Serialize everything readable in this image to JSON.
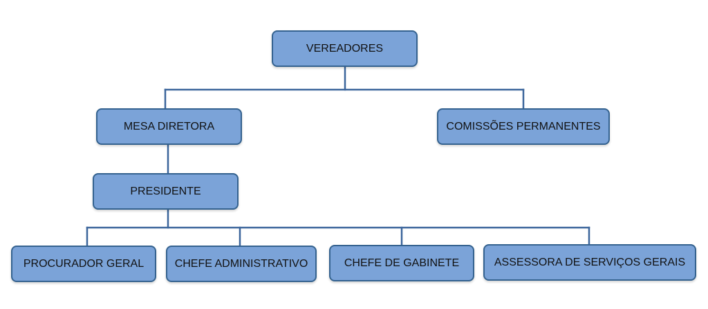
{
  "org_chart": {
    "nodes": {
      "vereadores": "VEREADORES",
      "mesa_diretora": "MESA DIRETORA",
      "comissoes_permanentes": "COMISSÕES PERMANENTES",
      "presidente": "PRESIDENTE",
      "procurador_geral": "PROCURADOR GERAL",
      "chefe_administrativo": "CHEFE ADMINISTRATIVO",
      "chefe_de_gabinete": "CHEFE DE GABINETE",
      "assessora_servicos_gerais": "ASSESSORA DE SERVIÇOS GERAIS"
    },
    "edges": [
      [
        "vereadores",
        "mesa_diretora"
      ],
      [
        "vereadores",
        "comissoes_permanentes"
      ],
      [
        "mesa_diretora",
        "presidente"
      ],
      [
        "presidente",
        "procurador_geral"
      ],
      [
        "presidente",
        "chefe_administrativo"
      ],
      [
        "presidente",
        "chefe_de_gabinete"
      ],
      [
        "presidente",
        "assessora_servicos_gerais"
      ]
    ]
  },
  "colors": {
    "box_fill": "#7ba3d8",
    "box_border": "#34628f",
    "connector": "#3b659b"
  }
}
